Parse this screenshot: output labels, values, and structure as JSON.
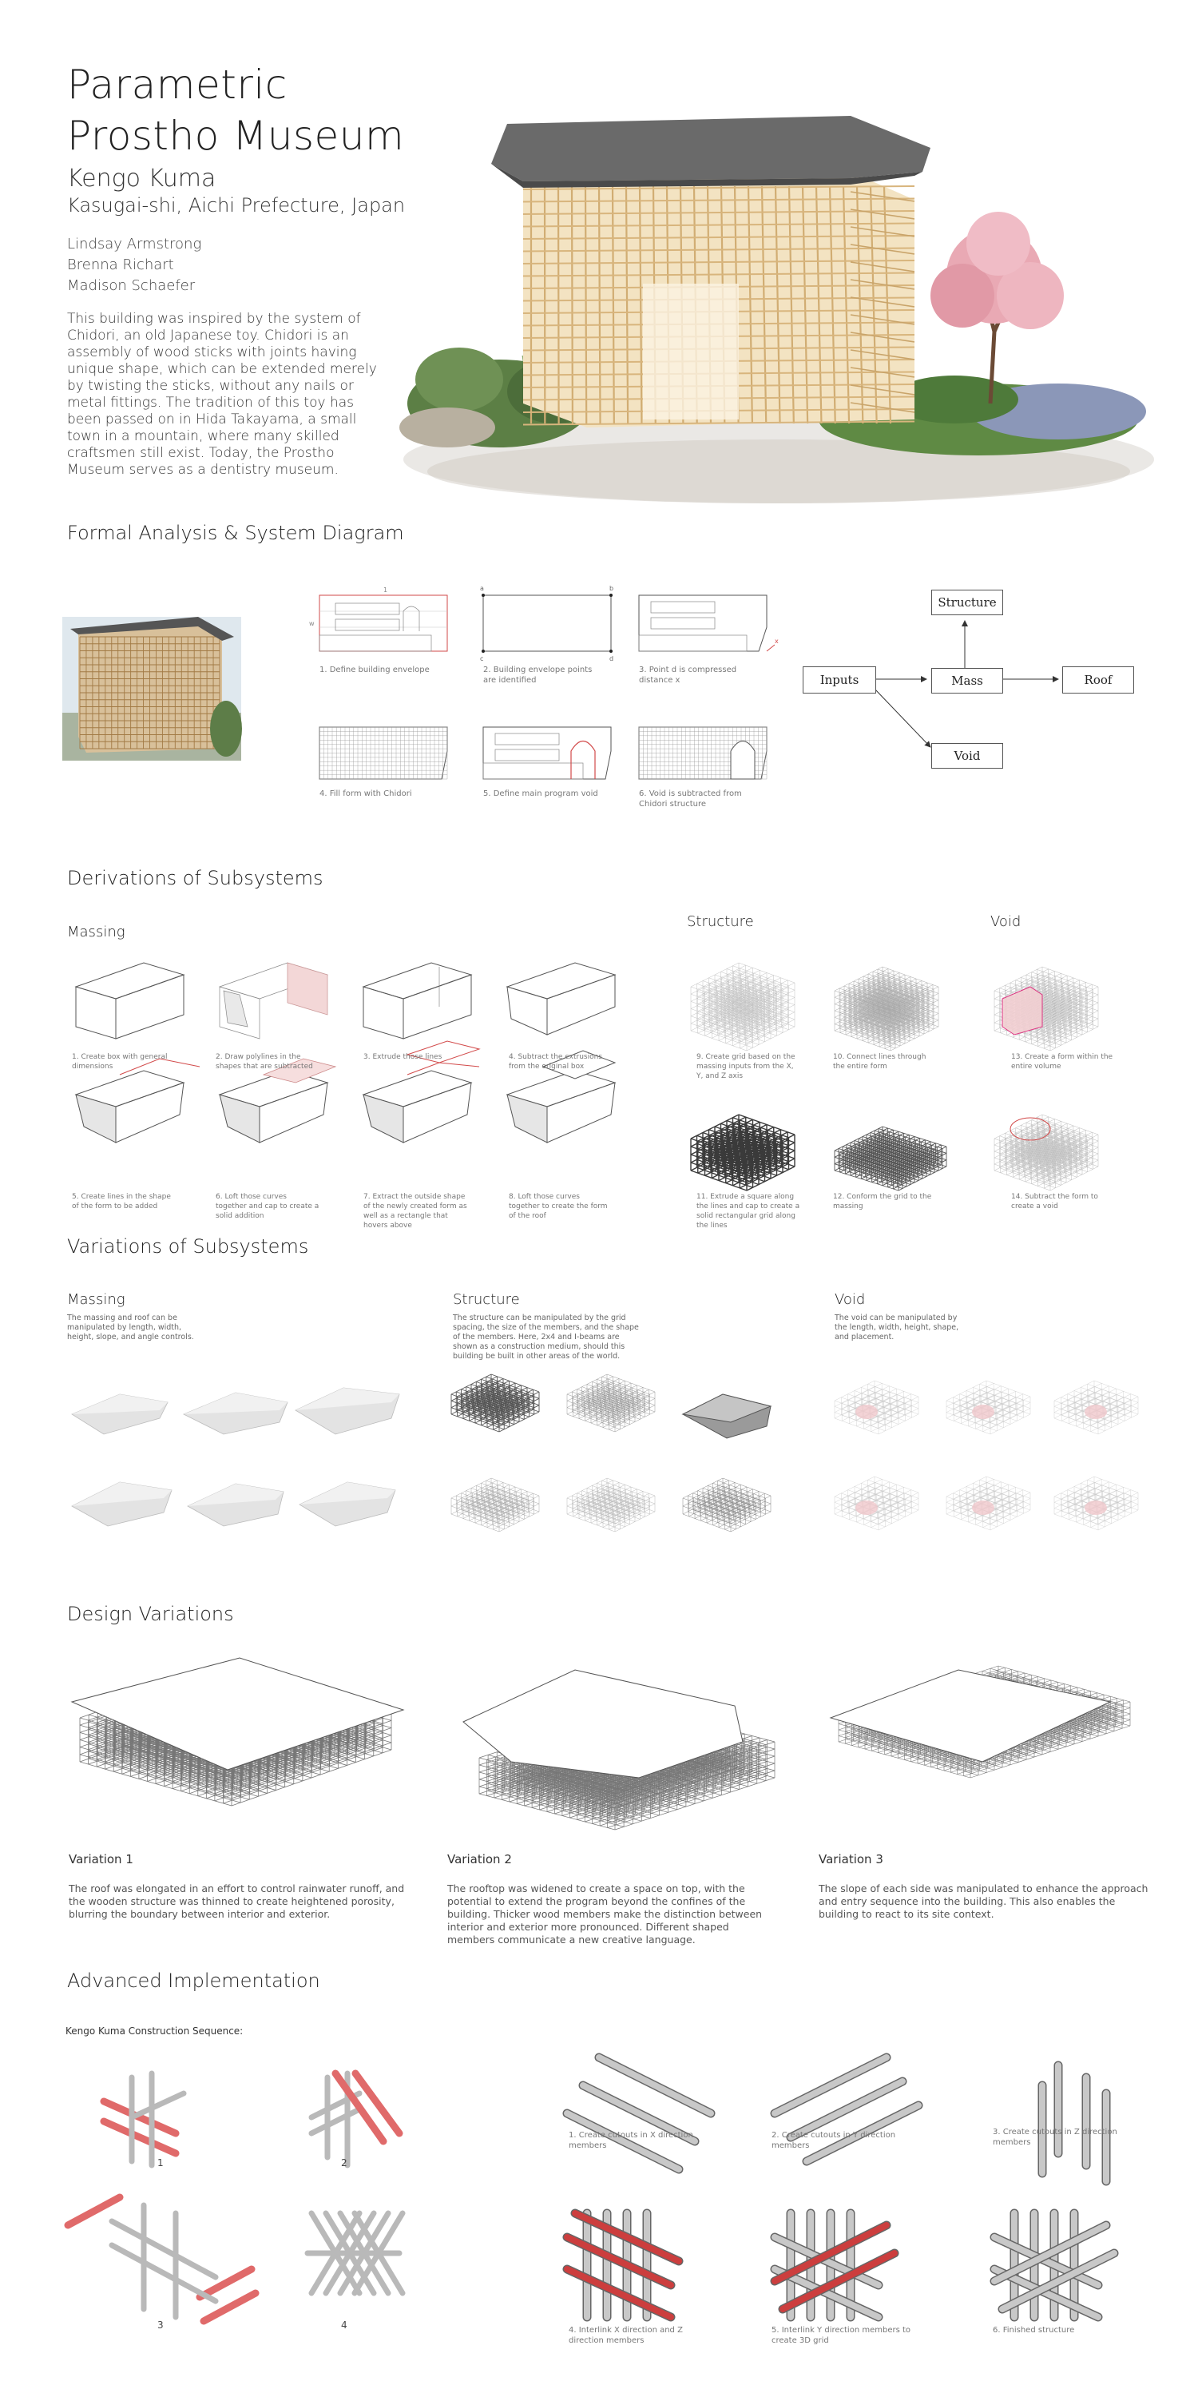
{
  "header": {
    "title_line1": "Parametric",
    "title_line2": "Prostho Museum",
    "architect": "Kengo Kuma",
    "location": "Kasugai-shi, Aichi Prefecture, Japan",
    "authors": [
      "Lindsay Armstrong",
      "Brenna Richart",
      "Madison Schaefer"
    ],
    "intro": "This building was inspired by the system of Chidori, an old Japanese toy. Chidori is an assembly of wood sticks with joints having unique shape, which can be extended merely by twisting the sticks, without any nails or metal fittings. The tradition of this toy has been passed on in Hida Takayama, a small town in a mountain, where many skilled craftsmen still exist. Today, the Prostho Museum serves as a dentistry museum."
  },
  "formal": {
    "heading": "Formal Analysis & System Diagram",
    "steps": [
      "1. Define building envelope",
      "2. Building envelope points are identified",
      "3. Point d is compressed distance x",
      "4. Fill form with Chidori",
      "5. Define main program void",
      "6. Void is subtracted from Chidori structure"
    ],
    "point_labels": [
      "a",
      "b",
      "c",
      "d",
      "x"
    ],
    "system": {
      "inputs": "Inputs",
      "mass": "Mass",
      "structure": "Structure",
      "void": "Void",
      "roof": "Roof"
    }
  },
  "derivations": {
    "heading": "Derivations of Subsystems",
    "massing_label": "Massing",
    "structure_label": "Structure",
    "void_label": "Void",
    "massing_steps": [
      "1. Create box with general dimensions",
      "2. Draw polylines in the shapes that are subtracted",
      "3. Extrude those lines",
      "4. Subtract the extrusions from the original box",
      "5. Create lines in the shape of the form to be added",
      "6. Loft those curves together and cap to create a solid addition",
      "7. Extract the outside shape of the newly created form as well as a rectangle that hovers above",
      "8. Loft those curves together to create the form of the roof"
    ],
    "structure_steps": [
      "9. Create grid based on the massing inputs from the X, Y, and Z axis",
      "10. Connect lines through the entire form",
      "11. Extrude a square along the lines and cap to create a solid rectangular grid along the lines",
      "12. Conform the grid to the massing"
    ],
    "void_steps": [
      "13. Create a form within the entire volume",
      "14. Subtract the form to create a void"
    ]
  },
  "variations": {
    "heading": "Variations of Subsystems",
    "massing": {
      "label": "Massing",
      "desc": "The massing and roof can be manipulated by length, width, height, slope, and angle controls."
    },
    "structure": {
      "label": "Structure",
      "desc": "The structure can be manipulated by the grid spacing, the size of the members, and the shape of the members. Here, 2x4 and I-beams are shown as a construction medium, should this building be built in other areas of the world."
    },
    "void": {
      "label": "Void",
      "desc": "The void can be manipulated by the length, width, height, shape, and placement."
    }
  },
  "design": {
    "heading": "Design Variations",
    "items": [
      {
        "title": "Variation 1",
        "desc": "The roof was elongated in an effort to control rainwater runoff, and the wooden structure was thinned to create heightened porosity, blurring the boundary between interior and exterior."
      },
      {
        "title": "Variation 2",
        "desc": "The rooftop was widened to create a space on top, with the potential to extend the program beyond the confines of the building. Thicker wood members make the distinction between interior and exterior more pronounced. Different shaped members communicate a new creative language."
      },
      {
        "title": "Variation 3",
        "desc": "The slope of each side was manipulated to enhance the approach and entry sequence into the building. This also enables the building to react to its site context."
      }
    ]
  },
  "advanced": {
    "heading": "Advanced Implementation",
    "sequence_label": "Kengo Kuma Construction Sequence:",
    "sequence_numbers": [
      "1",
      "2",
      "3",
      "4"
    ],
    "steps": [
      "1. Create cutouts in X direction members",
      "2. Create cutouts in Y direction members",
      "3. Create cutouts in Z direction members",
      "4. Interlink X direction and Z direction members",
      "5. Interlink Y direction members to create 3D grid",
      "6. Finished structure"
    ]
  },
  "colors": {
    "accent_red": "#d24a4a",
    "wood": "#e8cfa0",
    "roof": "#6a6a6a",
    "text": "#333333"
  }
}
